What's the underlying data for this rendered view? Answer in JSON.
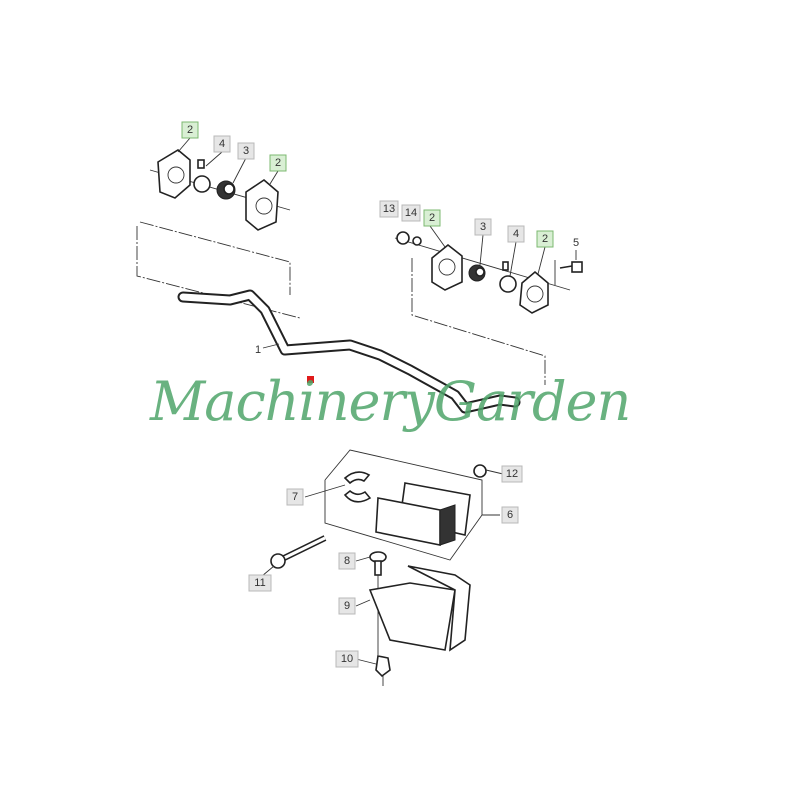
{
  "watermark": "MachineryGarden",
  "labels": {
    "top_left_2a": "2",
    "top_left_4": "4",
    "top_left_3": "3",
    "top_left_2b": "2",
    "right_13": "13",
    "right_14": "14",
    "right_2a": "2",
    "right_3": "3",
    "right_4": "4",
    "right_2b": "2",
    "right_5": "5",
    "bar_1": "1",
    "mount_12": "12",
    "mount_7": "7",
    "mount_6": "6",
    "mount_11": "11",
    "mount_8": "8",
    "mount_9": "9",
    "mount_10": "10"
  },
  "colors": {
    "highlight_label": "#d9efd4",
    "normal_label": "#e6e6e6",
    "watermark": "#4fa56a",
    "marker": "#e01b1b"
  }
}
